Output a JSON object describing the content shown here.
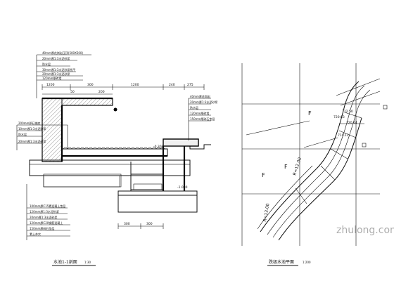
{
  "left_drawing": {
    "title": "水池1-1剖面",
    "scale": "1:30",
    "top_callouts": [
      "40mm厚花岗岩压顶(500X500)",
      "20mm厚1:3水泥砂浆",
      "防水层",
      "30mm厚1:3水泥砂浆找平",
      "20mm厚1:3水泥砂浆",
      "120mm厚砖墙"
    ],
    "mid_left_callouts": [
      "200mm卵石铺底",
      "10mm厚1:3水泥砂浆",
      "防水层",
      "20mm厚1:3水泥砂浆"
    ],
    "bottom_callouts": [
      "100mm厚C15素混凝土垫层",
      "120mm厚1:3水泥砂浆",
      "20mm厚1:3水泥砂浆",
      "120mm厚C20钢筋混凝土",
      "150mm厚碎石垫层",
      "素土夯实"
    ],
    "right_callouts": [
      "40mm厚花岗岩",
      "20mm厚1:3水泥砂浆",
      "防水层",
      "120mm厚砖墙",
      "150mm厚碎石垫层"
    ],
    "dims_top": [
      "1200",
      "300",
      "1200",
      "240",
      "275",
      "50",
      "200"
    ],
    "dims_bottom": [
      "300",
      "300"
    ],
    "level_marks": [
      "-0.300",
      "-1.000"
    ]
  },
  "right_drawing": {
    "title": "跌级水池平面",
    "scale": "1:200",
    "radius_labels": [
      "R=13.00",
      "R=12.00"
    ],
    "labels": [
      "722.50",
      "720.63",
      "720.44",
      "719.12"
    ],
    "section_marks": [
      "F",
      "F",
      "F"
    ]
  },
  "watermark": "zhulong.com"
}
